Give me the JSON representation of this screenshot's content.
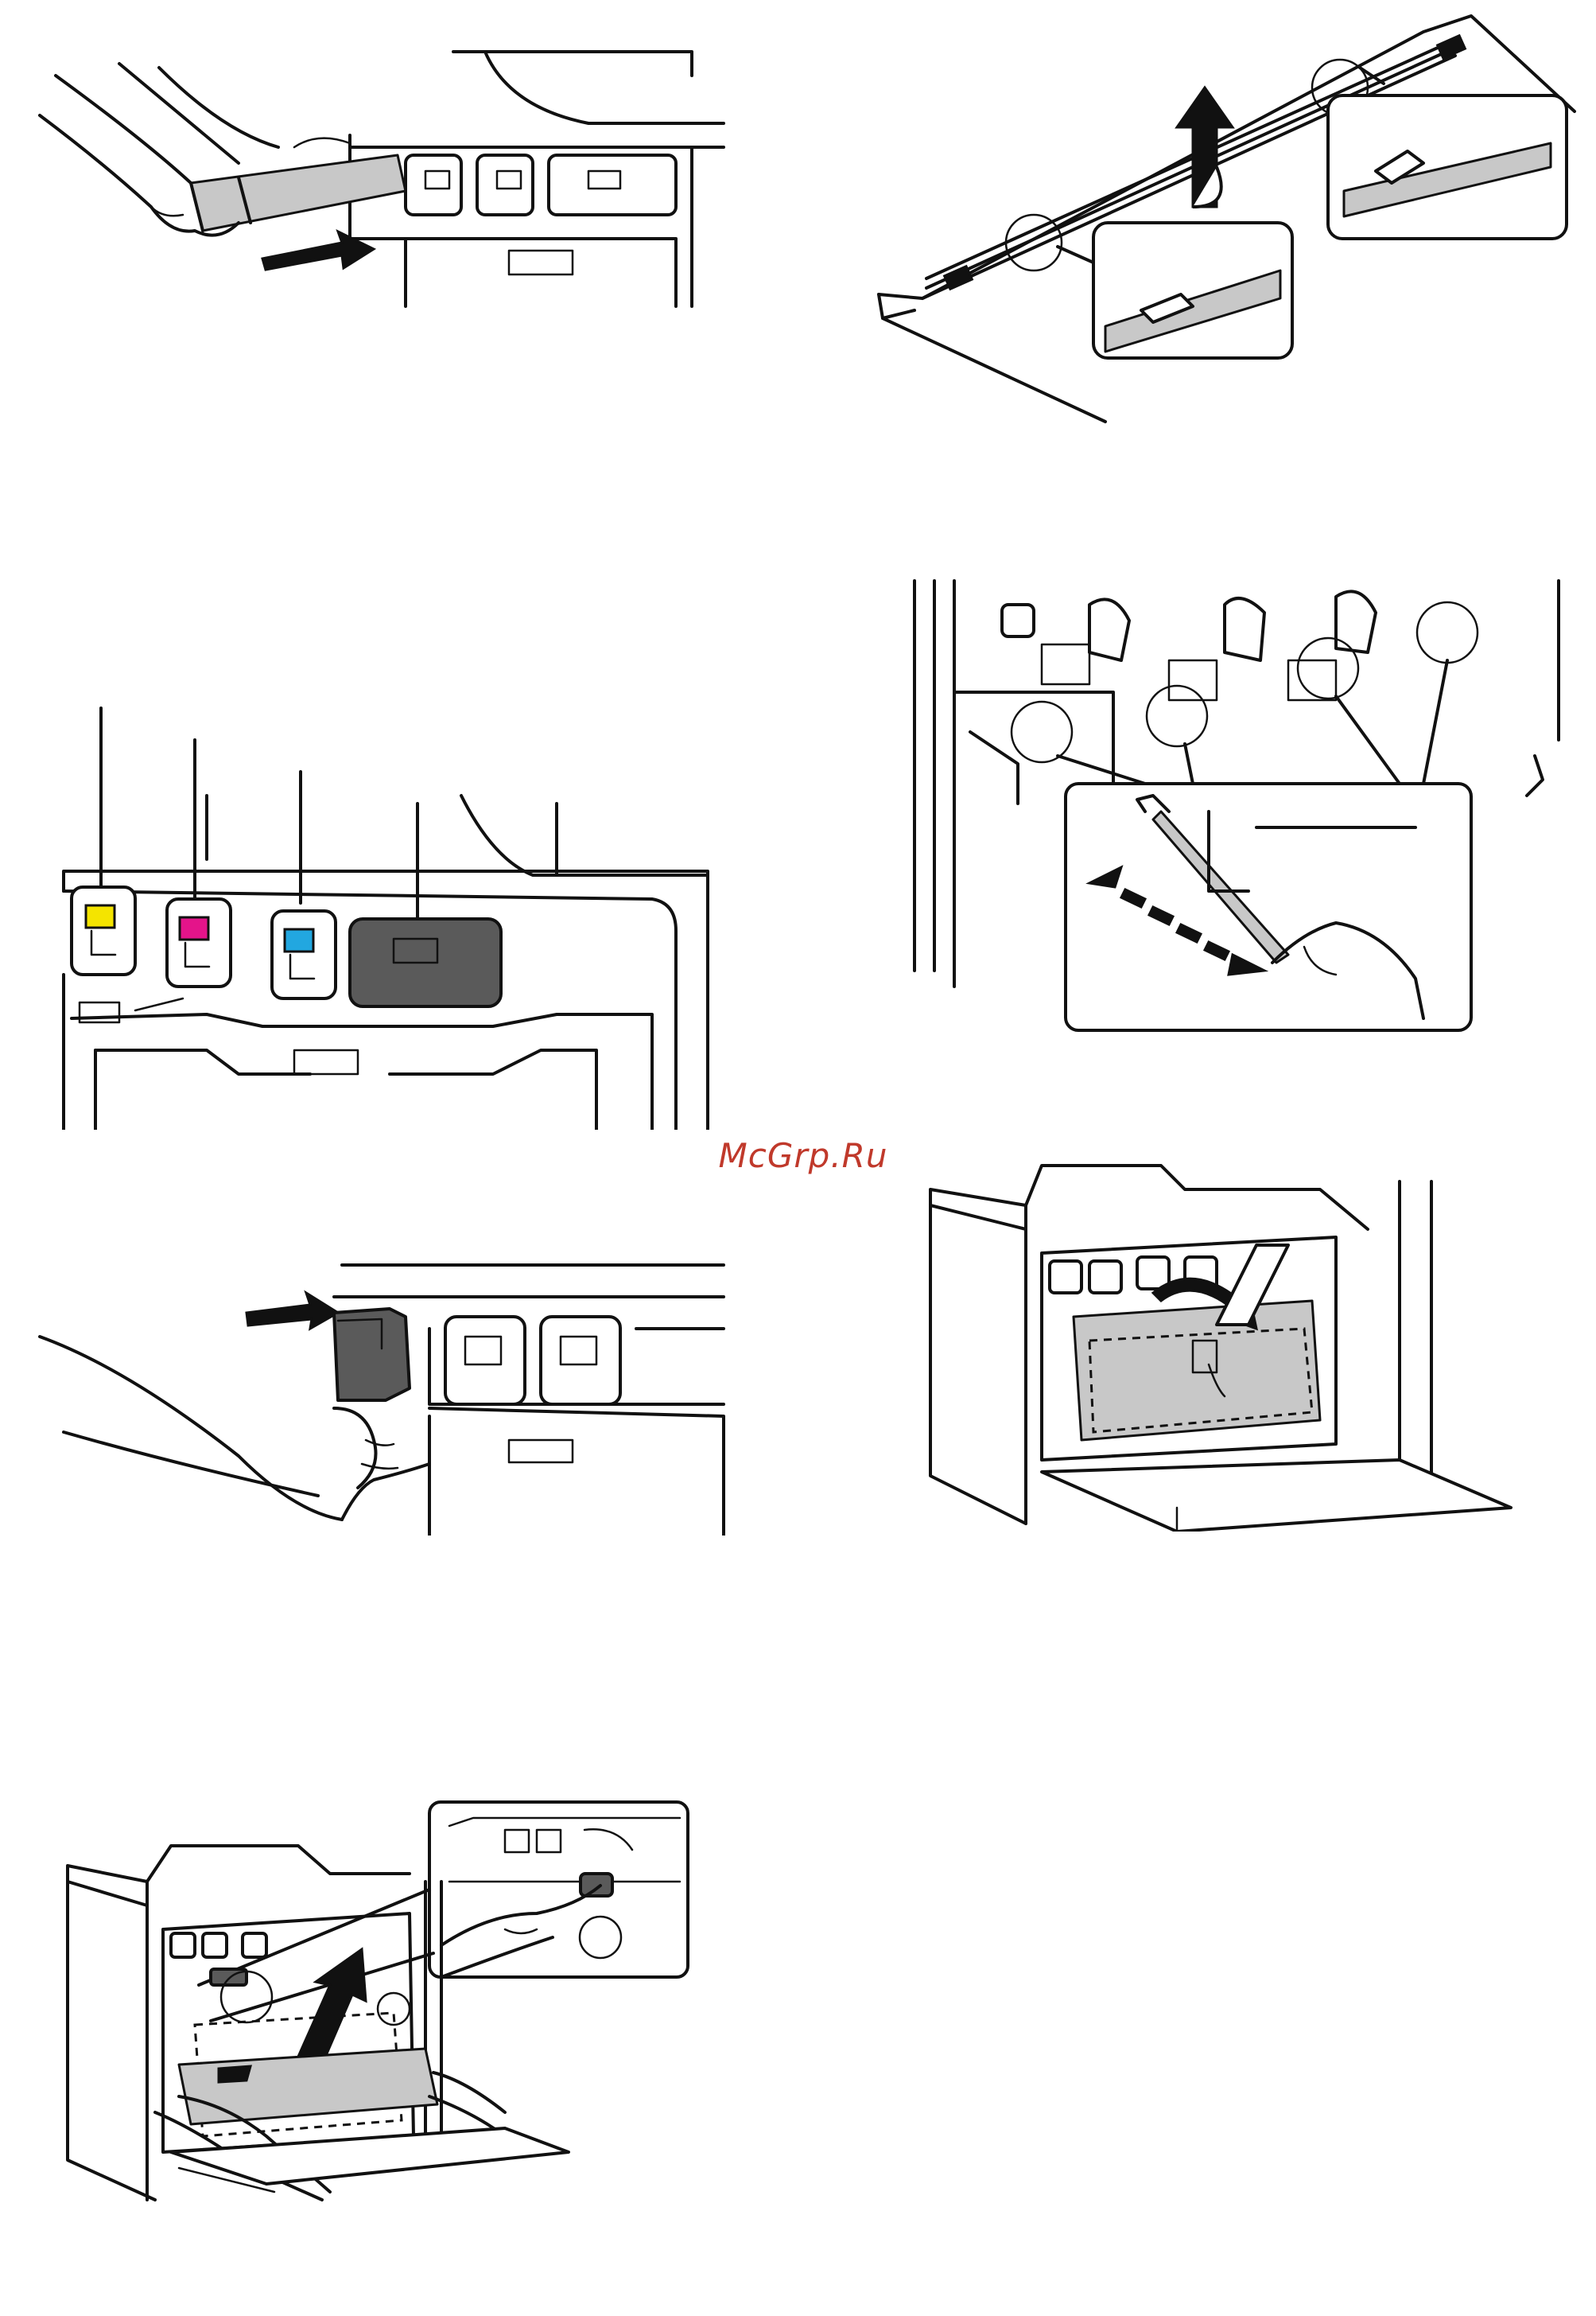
{
  "watermark": {
    "text": "McGrp.Ru"
  },
  "colors": {
    "yellow": "#f4e400",
    "magenta": "#e4148a",
    "cyan": "#22a7e0",
    "black_cartridge": "#5a5a5a",
    "watermark": "#c0392b"
  },
  "figures": [
    {
      "id": "insert-toner-cartridge",
      "depicts": "hands-pushing-cartridge-icon"
    },
    {
      "id": "remove-charger-cleaner",
      "depicts": "arrow-up-icon"
    },
    {
      "id": "toner-cartridge-slots",
      "depicts": "color-slots-yellow-magenta-cyan-black"
    },
    {
      "id": "clean-charger-with-tool",
      "depicts": "double-arrow-icon"
    },
    {
      "id": "push-cartridge-in",
      "depicts": "arrow-right-icon"
    },
    {
      "id": "open-waste-toner-box",
      "depicts": "curved-arrow-icon"
    },
    {
      "id": "remove-waste-toner-box",
      "depicts": "arrow-up-icon"
    }
  ]
}
